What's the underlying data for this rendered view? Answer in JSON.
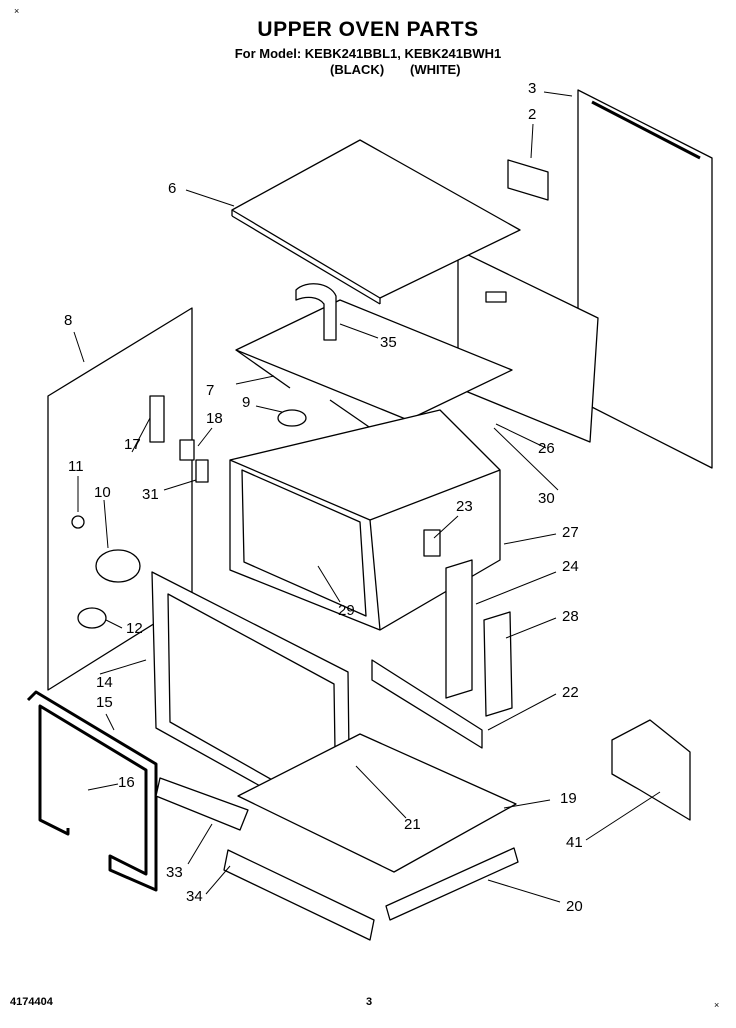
{
  "title": "UPPER OVEN PARTS",
  "model_line": "For Model: KEBK241BBL1, KEBK241BWH1",
  "color_black": "(BLACK)",
  "color_white": "(WHITE)",
  "footer_left": "4174404",
  "footer_page": "3",
  "part_numbers": [
    "2",
    "3",
    "6",
    "7",
    "8",
    "9",
    "10",
    "11",
    "12",
    "14",
    "15",
    "16",
    "17",
    "18",
    "19",
    "20",
    "21",
    "22",
    "23",
    "24",
    "26",
    "27",
    "28",
    "29",
    "30",
    "31",
    "33",
    "34",
    "35",
    "41"
  ]
}
